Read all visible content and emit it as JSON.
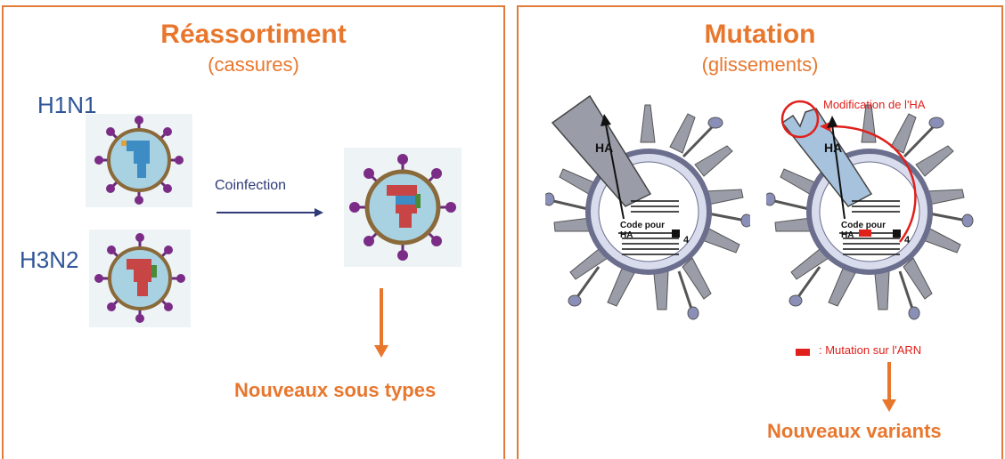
{
  "left": {
    "title": "Réassortiment",
    "subtitle": "(cassures)",
    "virus1": "H1N1",
    "virus2": "H3N2",
    "arrow_label": "Coinfection",
    "result": "Nouveaux sous types"
  },
  "right": {
    "title": "Mutation",
    "subtitle": "(glissements)",
    "ha": "HA",
    "code_line1": "Code pour",
    "code_line2": "HA",
    "segment": "4",
    "modification": "Modification de l'HA",
    "legend": ": Mutation sur l'ARN",
    "result": "Nouveaux variants"
  },
  "colors": {
    "accent": "#e8772e",
    "label_blue": "#2f5597",
    "mutation_red": "#e0201b"
  }
}
